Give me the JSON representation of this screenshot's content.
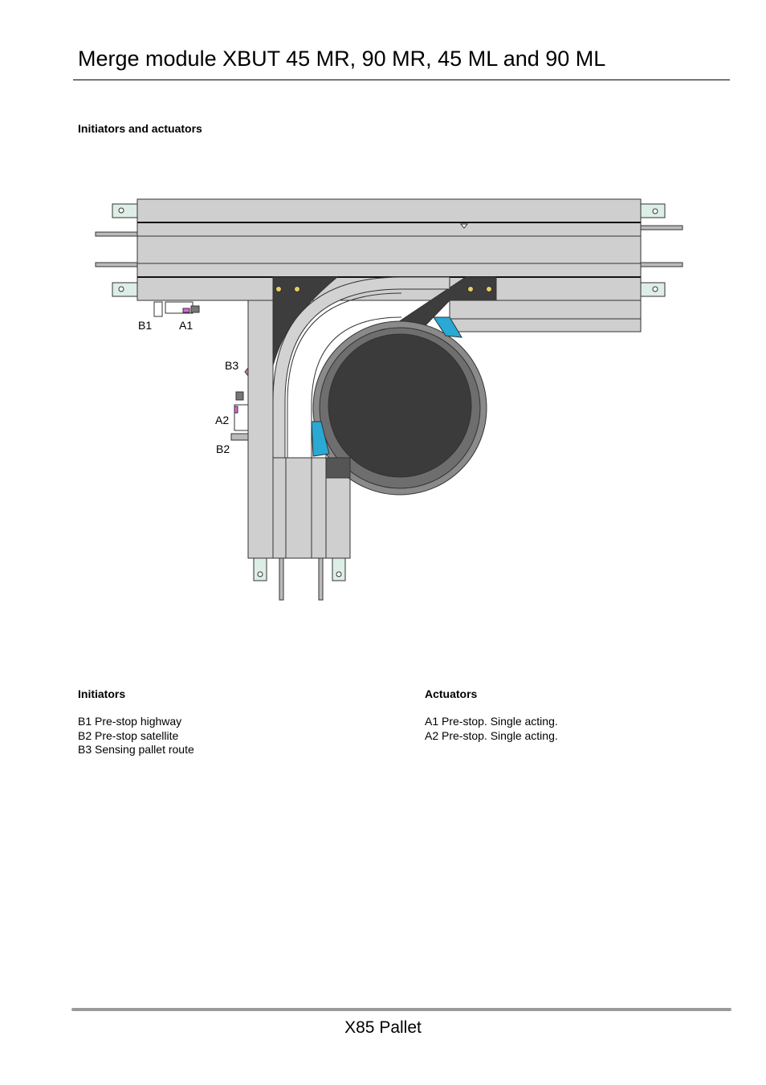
{
  "header": {
    "title": "Merge module XBUT 45 MR, 90 MR, 45 ML and 90 ML"
  },
  "section": {
    "heading": "Initiators and actuators"
  },
  "drawing": {
    "labels": {
      "b1": "B1",
      "a1": "A1",
      "b3": "B3",
      "a2": "A2",
      "b2": "B2"
    }
  },
  "initiators": {
    "heading": "Initiators",
    "items": [
      "B1 Pre-stop highway",
      "B2 Pre-stop satellite",
      "B3 Sensing pallet route"
    ]
  },
  "actuators": {
    "heading": "Actuators",
    "items": [
      "A1 Pre-stop. Single acting.",
      "A2 Pre-stop. Single acting."
    ]
  },
  "footer": {
    "text": "X85 Pallet"
  }
}
